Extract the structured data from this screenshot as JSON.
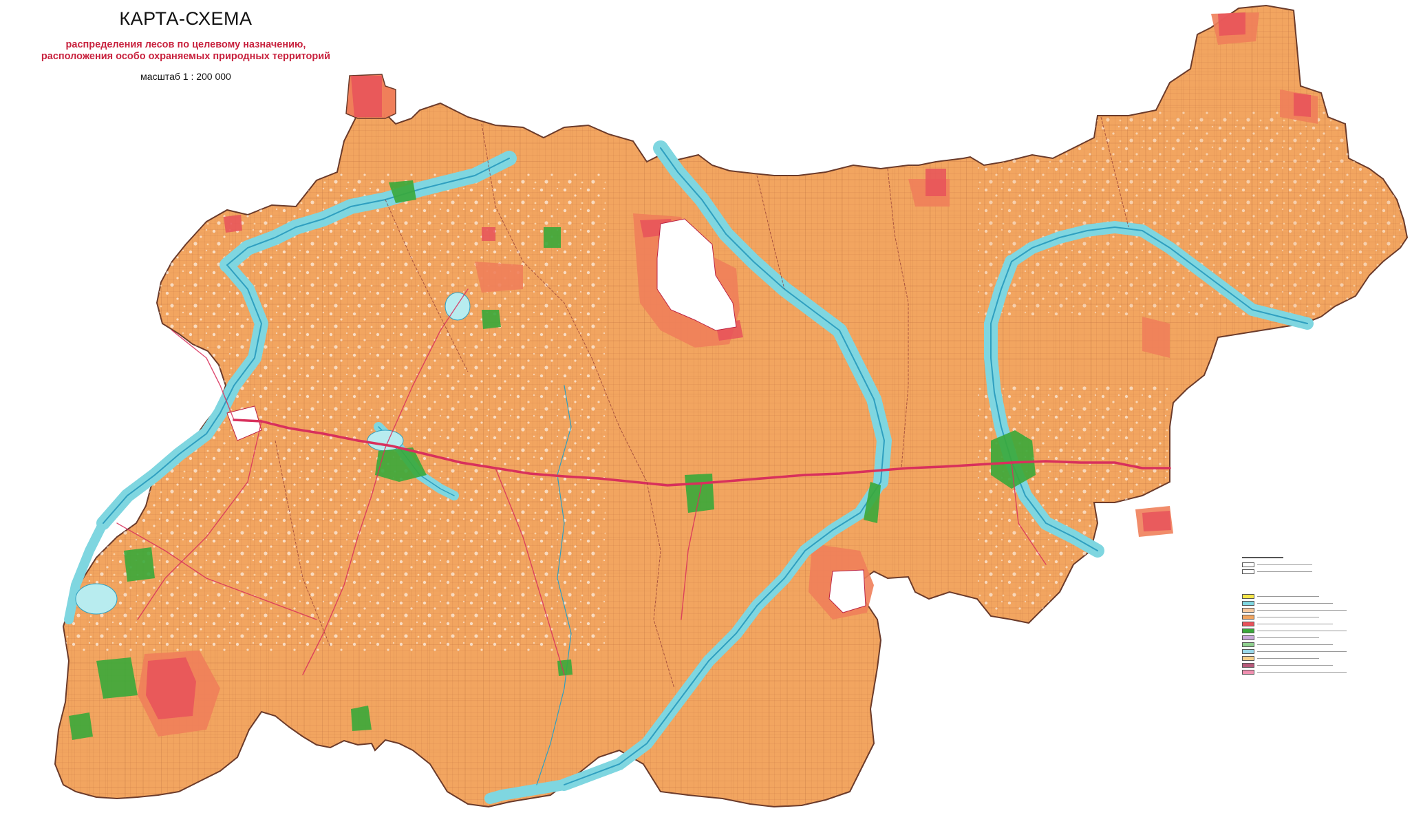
{
  "map": {
    "title": "КАРТА-СХЕМА",
    "subtitle_line1": "распределения лесов по целевому назначению,",
    "subtitle_line2": "расположения особо охраняемых природных территорий",
    "scale": "масштаб  1 : 200 000"
  },
  "colors": {
    "operational_forest": "#f2a560",
    "protective_forest": "#f07f5a",
    "water_protection_zone": "#7fd6e0",
    "green_zone": "#3aa83a",
    "protected_area": "#e8525a",
    "roads": "#d8305c",
    "rivers": "#2f9fc0",
    "unforested": "#ffffff",
    "border": "#6a3a2a"
  },
  "legend": {
    "swatches": [
      {
        "color": "#f5e64a"
      },
      {
        "color": "#7fd6e0"
      },
      {
        "color": "#f7c9a0"
      },
      {
        "color": "#f2a560"
      },
      {
        "color": "#e8525a"
      },
      {
        "color": "#3aa83a"
      },
      {
        "color": "#c9a8d8"
      },
      {
        "color": "#8fd08f"
      },
      {
        "color": "#9ad8ea"
      },
      {
        "color": "#f4cf8a"
      },
      {
        "color": "#b85a7a"
      },
      {
        "color": "#f08fb0"
      }
    ]
  }
}
